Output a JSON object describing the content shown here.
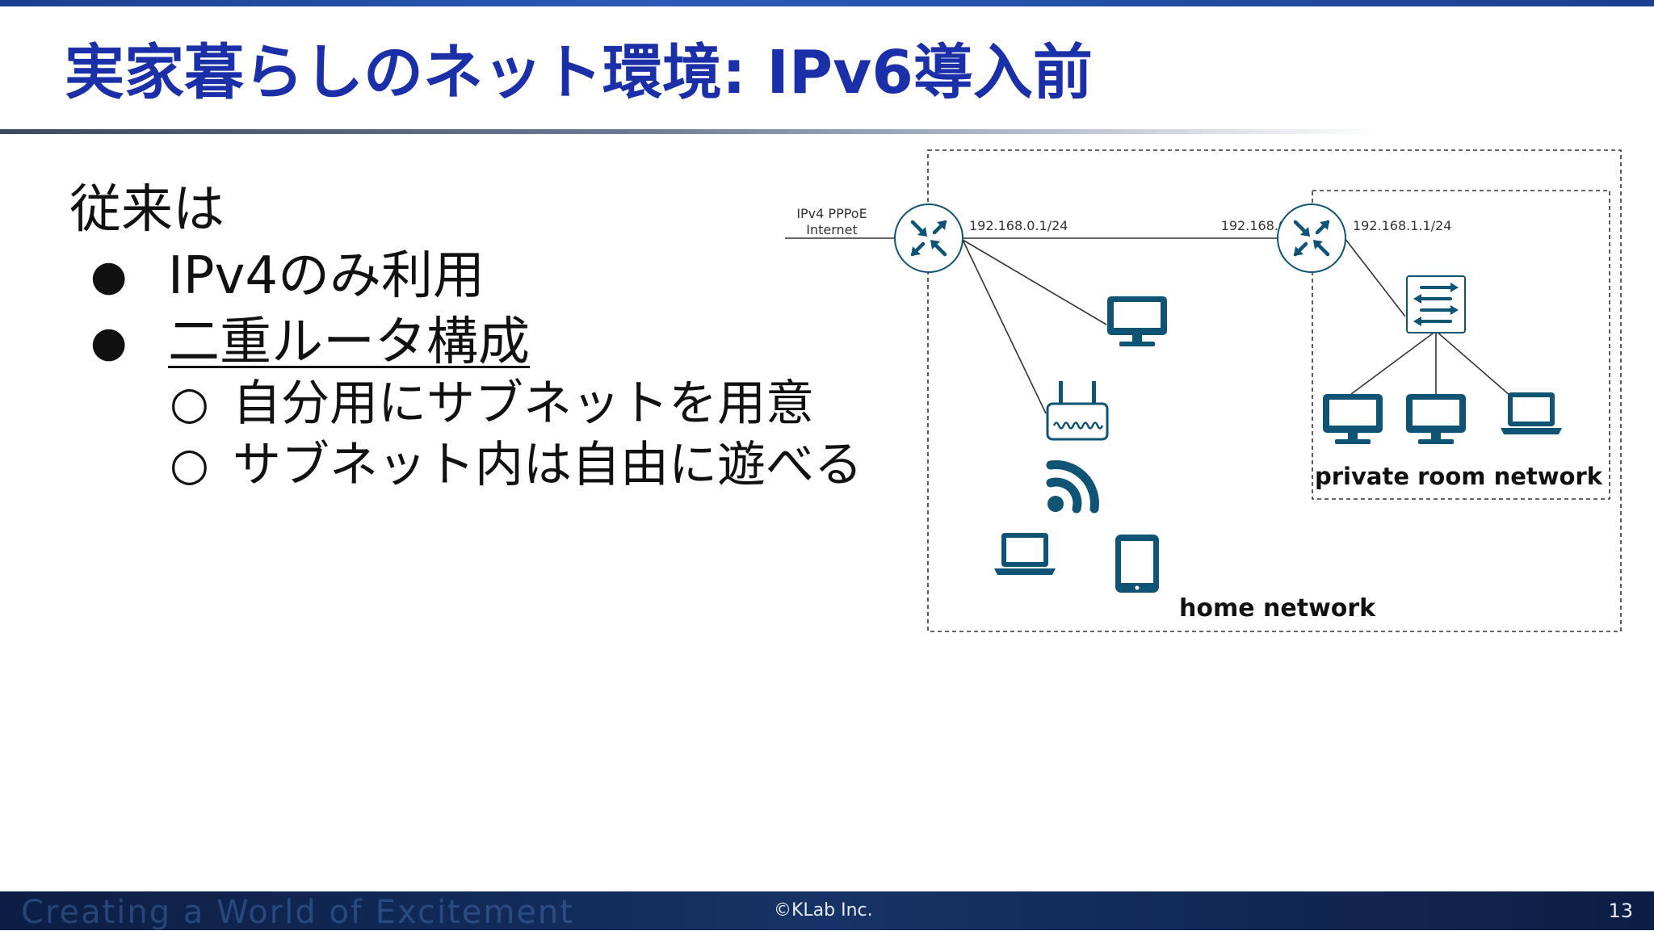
{
  "slide": {
    "title": "実家暮らしのネット環境: IPv6導入前",
    "intro": "従来は",
    "bullet_mark": "●",
    "sub_mark": "○",
    "bullets": [
      "IPv4のみ利用",
      "二重ルータ構成"
    ],
    "sub_bullets": [
      "自分用にサブネットを用意",
      "サブネット内は自由に遊べる"
    ]
  },
  "diagram": {
    "uplink_label_line1": "IPv4 PPPoE",
    "uplink_label_line2": "Internet",
    "router1_address": "192.168.0.1/24",
    "router2_wan_address": "192.168.0.16/24",
    "router2_lan_address": "192.168.1.1/24",
    "home_network_label": "home network",
    "private_network_label": "private room network",
    "icons": [
      "router-icon",
      "desktop-icon",
      "wireless-ap-icon",
      "wifi-signal-icon",
      "laptop-icon",
      "tablet-icon",
      "switch-icon"
    ],
    "colors": {
      "icon": "#0f5475",
      "line": "#333333"
    }
  },
  "footer": {
    "slogan": "Creating a World of Excitement",
    "copyright": "©KLab Inc.",
    "page_number": "13"
  }
}
